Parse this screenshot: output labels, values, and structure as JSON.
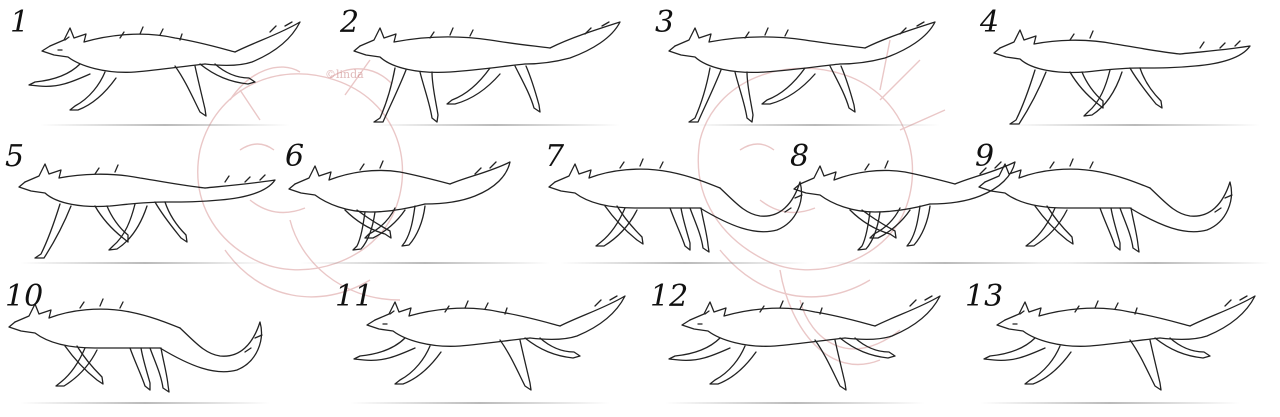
{
  "sheet": {
    "watermark_credit": "©linda",
    "watermark_color": "#d99a9a",
    "line_color": "#222222",
    "frames": [
      {
        "number": "1"
      },
      {
        "number": "2"
      },
      {
        "number": "3"
      },
      {
        "number": "4"
      },
      {
        "number": "5"
      },
      {
        "number": "6"
      },
      {
        "number": "7"
      },
      {
        "number": "8"
      },
      {
        "number": "9"
      },
      {
        "number": "10"
      },
      {
        "number": "11"
      },
      {
        "number": "12"
      },
      {
        "number": "13"
      }
    ]
  }
}
